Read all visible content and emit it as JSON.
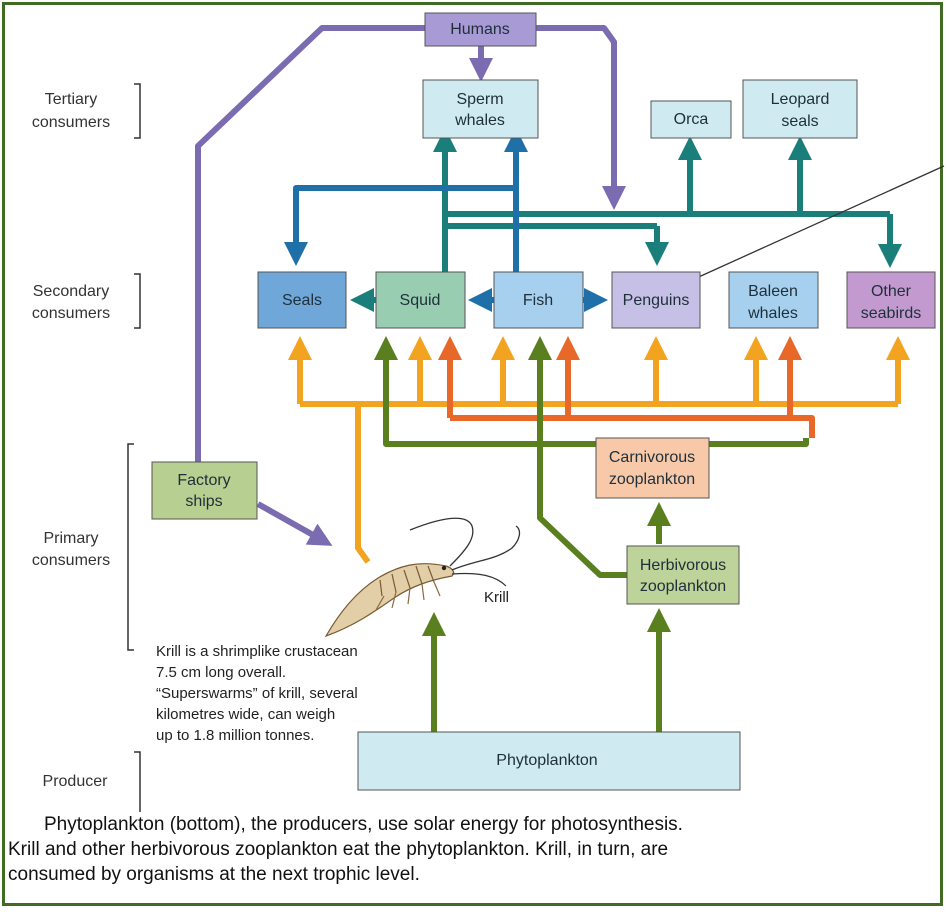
{
  "levels": {
    "tertiary": [
      "Tertiary",
      "consumers"
    ],
    "secondary": [
      "Secondary",
      "consumers"
    ],
    "primary": [
      "Primary",
      "consumers"
    ],
    "producer": [
      "Producer"
    ]
  },
  "nodes": {
    "humans": [
      "Humans"
    ],
    "sperm_whales": [
      "Sperm",
      "whales"
    ],
    "orca": [
      "Orca"
    ],
    "leopard_seals": [
      "Leopard",
      "seals"
    ],
    "seals": [
      "Seals"
    ],
    "squid": [
      "Squid"
    ],
    "fish": [
      "Fish"
    ],
    "penguins": [
      "Penguins"
    ],
    "baleen_whales": [
      "Baleen",
      "whales"
    ],
    "other_seabirds": [
      "Other",
      "seabirds"
    ],
    "factory_ships": [
      "Factory",
      "ships"
    ],
    "carnivorous_zooplankton": [
      "Carnivorous",
      "zooplankton"
    ],
    "herbivorous_zooplankton": [
      "Herbivorous",
      "zooplankton"
    ],
    "phytoplankton": [
      "Phytoplankton"
    ]
  },
  "krill_label": "Krill",
  "krill_note": [
    "Krill is a shrimplike crustacean",
    "7.5 cm long overall.",
    "“Superswarms” of krill, several",
    "kilometres wide, can weigh",
    "up to 1.8 million tonnes."
  ],
  "caption": {
    "line1": "Phytoplankton (bottom), the producers, use solar energy for photosynthesis.",
    "line2": "Krill and other herbivorous zooplankton eat the phytoplankton. Krill, in turn, are",
    "line3": "consumed by organisms at the next trophic level."
  },
  "colors": {
    "border": "#3f6b23",
    "humans_arrow": "#7b6bb0",
    "whale_arrow": "#1a7f7a",
    "fish_arrow": "#1f6fa8",
    "krill_arrow": "#f2a31f",
    "carnivorous_arrow": "#e8682a",
    "phyto_arrow": "#5a7f1f"
  }
}
